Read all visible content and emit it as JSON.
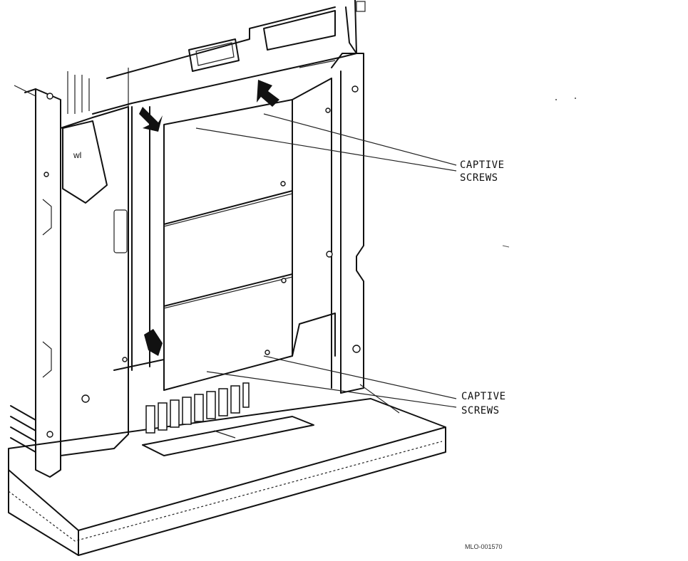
{
  "figure": {
    "callouts": [
      {
        "line1": "CAPTIVE",
        "line2": "SCREWS"
      },
      {
        "line1": "CAPTIVE",
        "line2": "SCREWS"
      }
    ],
    "figure_id": "MLO-001570"
  }
}
